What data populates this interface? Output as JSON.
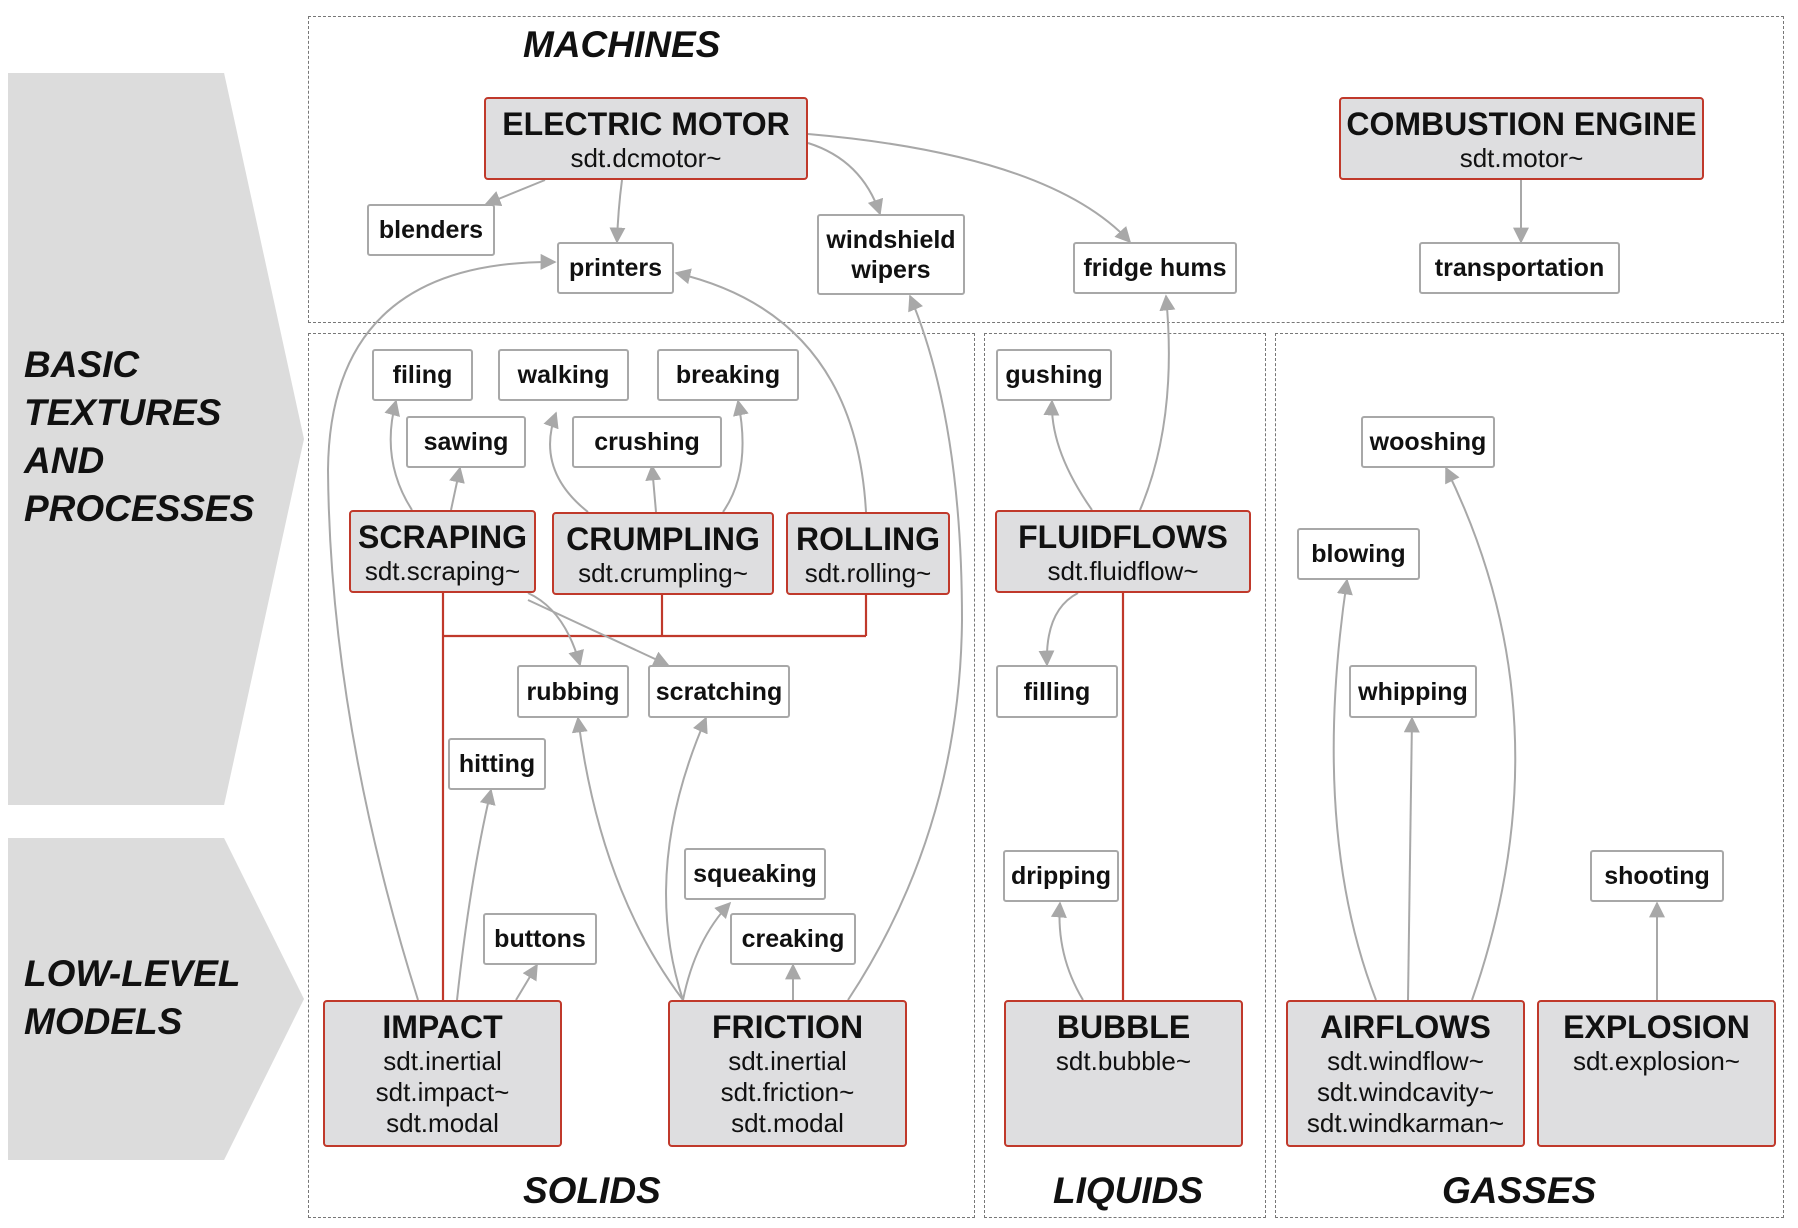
{
  "sidebar": {
    "basic_label": "BASIC\nTEXTURES\nAND\nPROCESSES",
    "low_label": "LOW-LEVEL\nMODELS",
    "fill_color": "#dcdcdc"
  },
  "groups": {
    "machines": "MACHINES",
    "solids": "SOLIDS",
    "liquids": "LIQUIDS",
    "gasses": "GASSES"
  },
  "modules": {
    "electric_motor": {
      "title": "ELECTRIC MOTOR",
      "lines": [
        "sdt.dcmotor~"
      ]
    },
    "combustion_engine": {
      "title": "COMBUSTION ENGINE",
      "lines": [
        "sdt.motor~"
      ]
    },
    "scraping": {
      "title": "SCRAPING",
      "lines": [
        "sdt.scraping~"
      ]
    },
    "crumpling": {
      "title": "CRUMPLING",
      "lines": [
        "sdt.crumpling~"
      ]
    },
    "rolling": {
      "title": "ROLLING",
      "lines": [
        "sdt.rolling~"
      ]
    },
    "fluidflows": {
      "title": "FLUIDFLOWS",
      "lines": [
        "sdt.fluidflow~"
      ]
    },
    "impact": {
      "title": "IMPACT",
      "lines": [
        "sdt.inertial",
        "sdt.impact~",
        "sdt.modal"
      ]
    },
    "friction": {
      "title": "FRICTION",
      "lines": [
        "sdt.inertial",
        "sdt.friction~",
        "sdt.modal"
      ]
    },
    "bubble": {
      "title": "BUBBLE",
      "lines": [
        "sdt.bubble~"
      ]
    },
    "airflows": {
      "title": "AIRFLOWS",
      "lines": [
        "sdt.windflow~",
        "sdt.windcavity~",
        "sdt.windkarman~"
      ]
    },
    "explosion": {
      "title": "EXPLOSION",
      "lines": [
        "sdt.explosion~"
      ]
    }
  },
  "sounds": {
    "blenders": "blenders",
    "printers": "printers",
    "windshield_wipers": "windshield\nwipers",
    "fridge_hums": "fridge hums",
    "transportation": "transportation",
    "filing": "filing",
    "walking": "walking",
    "breaking": "breaking",
    "sawing": "sawing",
    "crushing": "crushing",
    "rubbing": "rubbing",
    "scratching": "scratching",
    "hitting": "hitting",
    "buttons": "buttons",
    "squeaking": "squeaking",
    "creaking": "creaking",
    "gushing": "gushing",
    "filling": "filling",
    "dripping": "dripping",
    "wooshing": "wooshing",
    "blowing": "blowing",
    "whipping": "whipping",
    "shooting": "shooting"
  },
  "colors": {
    "module_fill": "#dedee0",
    "module_border": "#c0392b",
    "edge_gray": "#a8a8a8",
    "edge_red": "#c0392b"
  }
}
